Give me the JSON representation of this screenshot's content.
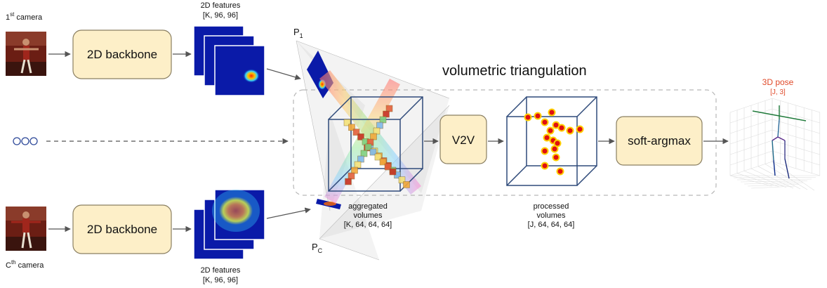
{
  "camera_top": {
    "prefix": "1",
    "sup": "st",
    "suffix": " camera"
  },
  "camera_bottom": {
    "prefix": "C",
    "sup": "th",
    "suffix": " camera"
  },
  "backbone_top": {
    "label": "2D backbone"
  },
  "backbone_bottom": {
    "label": "2D backbone"
  },
  "features_top": {
    "title": "2D features",
    "shape": "[K, 96, 96]"
  },
  "features_bottom": {
    "title": "2D features",
    "shape": "[K, 96, 96]"
  },
  "projection_top": {
    "letter": "P",
    "sub": "1"
  },
  "projection_bottom": {
    "letter": "P",
    "sub": "C"
  },
  "section_title": "volumetric triangulation",
  "aggregated": {
    "line1": "aggregated",
    "line2": "volumes",
    "shape": "[K, 64, 64, 64]"
  },
  "v2v": {
    "label": "V2V"
  },
  "processed": {
    "line1": "processed",
    "line2": "volumes",
    "shape": "[J, 64, 64, 64]"
  },
  "softargmax": {
    "label": "soft-argmax"
  },
  "output": {
    "title": "3D pose",
    "shape": "[J, 3]"
  },
  "colors": {
    "box_fill": "#fdefc8",
    "box_stroke": "#8a7f62",
    "cube_stroke": "#2f4a7a",
    "output_red": "#e04a2a",
    "heatmap_bg": "#0a1aa8",
    "arrow": "#555555"
  }
}
